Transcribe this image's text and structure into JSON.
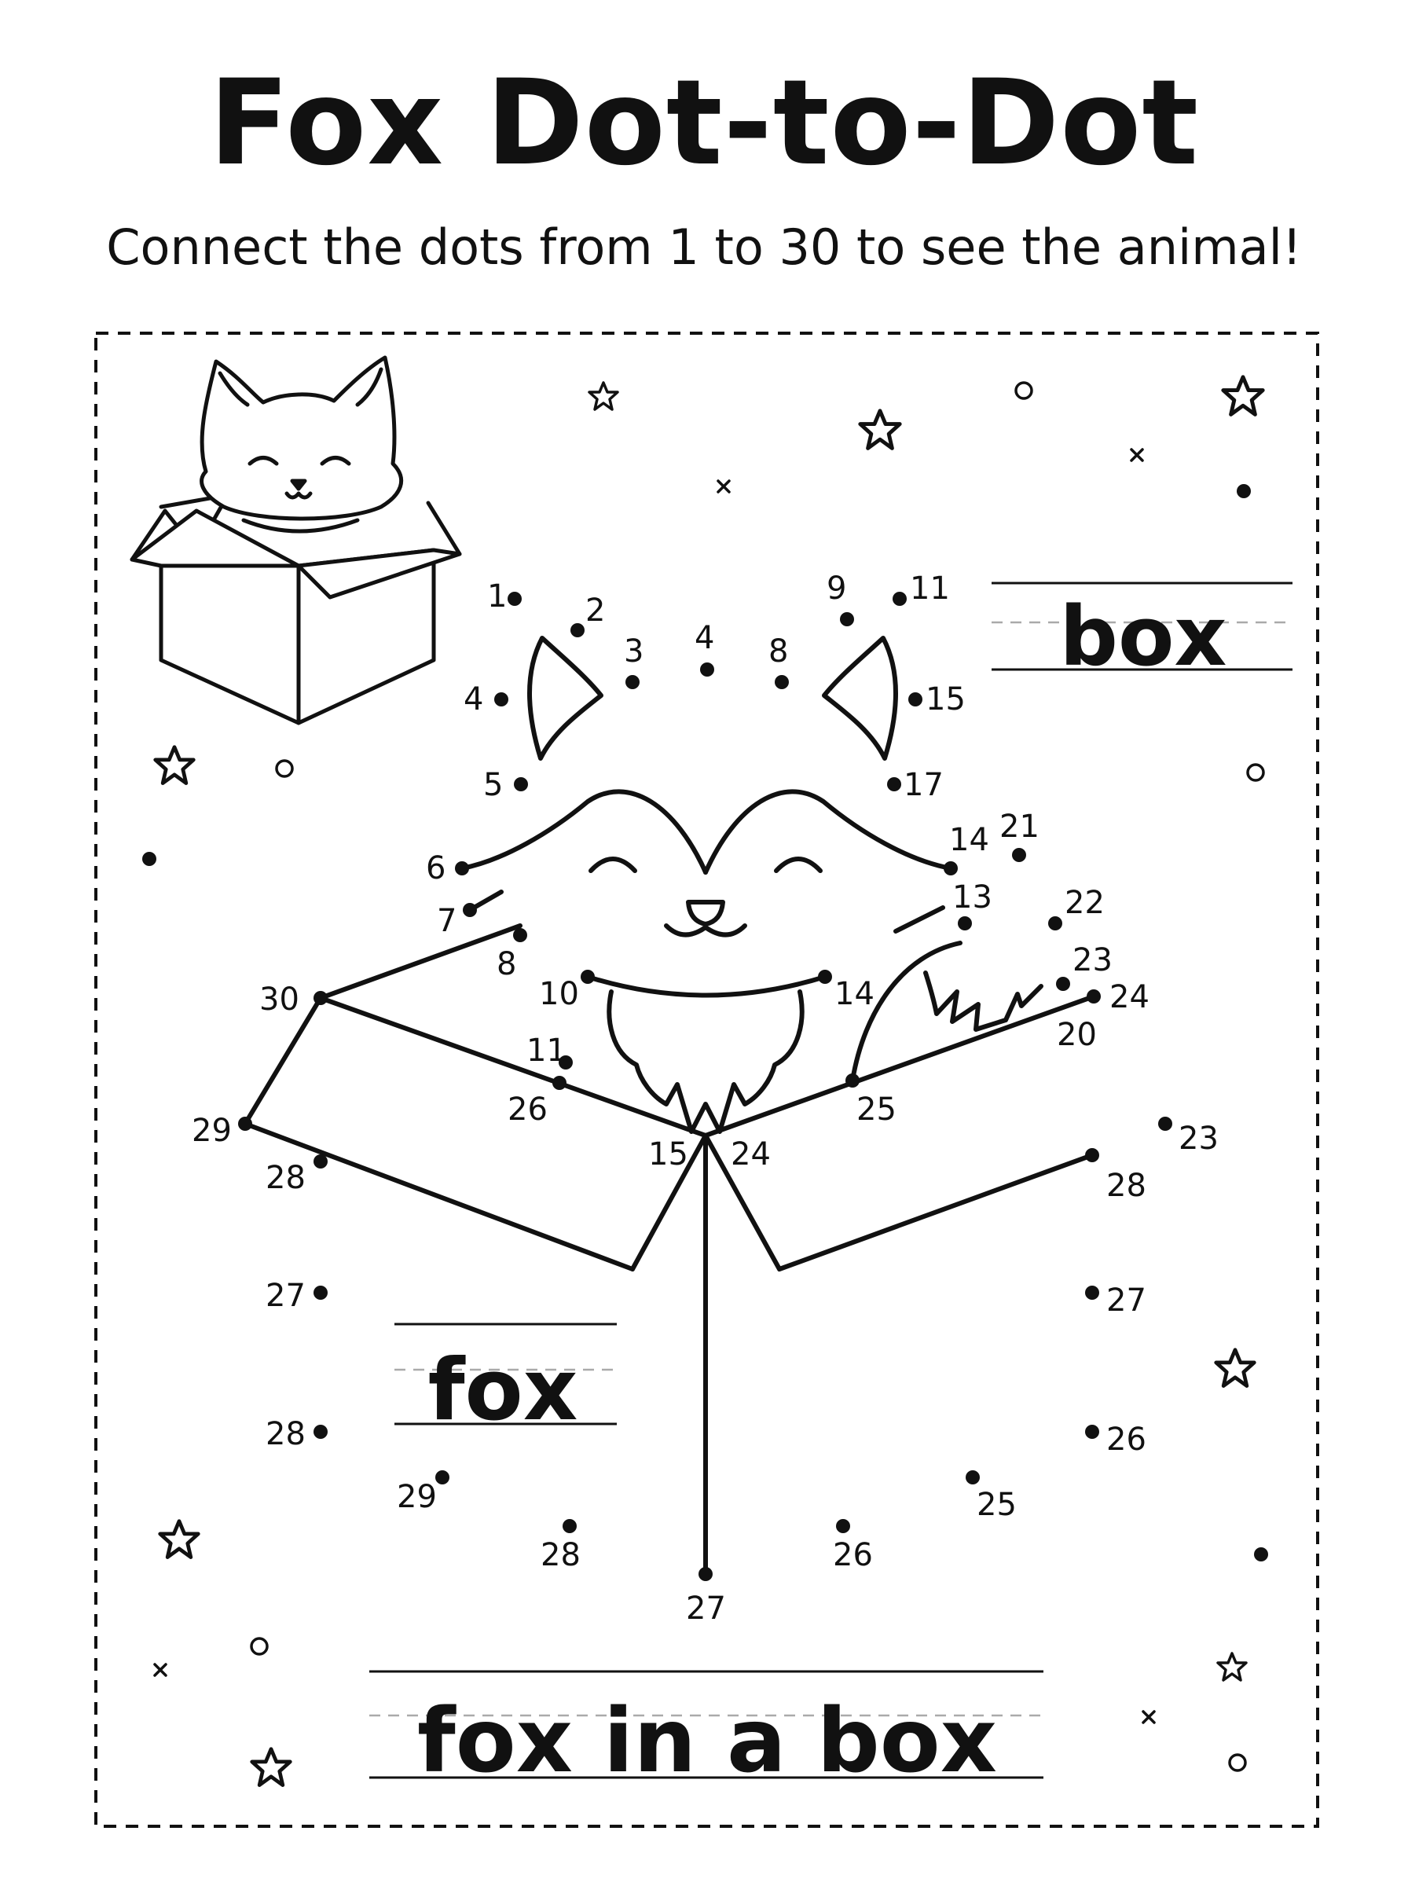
{
  "title": "Fox Dot-to-Dot",
  "subtitle": "Connect the dots from 1 to 30 to see the animal!",
  "words": {
    "box": "box",
    "fox": "fox",
    "phrase": "fox in a box"
  },
  "dot_labels": {
    "ear_left": [
      "1",
      "2",
      "3",
      "4",
      "4",
      "5"
    ],
    "ear_right": [
      "9",
      "11",
      "8",
      "15",
      "17"
    ],
    "face_left": [
      "6",
      "7",
      "8",
      "10",
      "11"
    ],
    "face_right": [
      "14",
      "13",
      "14",
      "21",
      "22",
      "23",
      "24",
      "20"
    ],
    "box_top": [
      "30",
      "26",
      "15",
      "24",
      "25"
    ],
    "box_left": [
      "29",
      "28",
      "27",
      "28",
      "29",
      "28"
    ],
    "box_right": [
      "23",
      "28",
      "27",
      "26",
      "25",
      "26"
    ],
    "bottom": [
      "27"
    ]
  },
  "icons": [
    "fox-in-box-icon",
    "star-icon",
    "circle-icon",
    "sparkle-icon",
    "dot-icon"
  ]
}
